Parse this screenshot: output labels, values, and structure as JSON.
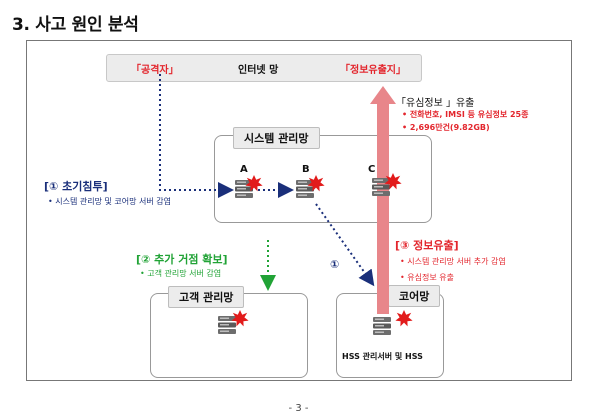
{
  "heading": "3. 사고 원인 분석",
  "internet_bar": {
    "attacker": "「공격자」",
    "internet": "인터넷 망",
    "leak_target": "「정보유출지」"
  },
  "system_network": {
    "label": "시스템 관리망",
    "nodes": [
      "A",
      "B",
      "C"
    ]
  },
  "customer_network": {
    "label": "고객 관리망"
  },
  "core_network": {
    "label": "코어망",
    "server_label": "HSS 관리서버 및 HSS"
  },
  "step1": {
    "title": "[① 초기침투]",
    "bullets": [
      "• 시스템 관리망 및 코어망 서버 감염"
    ],
    "marker": "①"
  },
  "step2": {
    "title": "[② 추가 거점 확보]",
    "bullets": [
      "• 고객 관리망 서버 감염"
    ]
  },
  "step3": {
    "title": "[③ 정보유출]",
    "bullets": [
      "• 시스템 관리망 서버 추가 감염",
      "• 유심정보 유출"
    ]
  },
  "leak": {
    "title": "「유심정보 」유출",
    "bullets": [
      "• 전화번호, IMSI 등 유심정보 25종",
      "• 2,696만건(9.82GB)"
    ]
  },
  "page_number": "- 3 -",
  "colors": {
    "red": "#e3262d",
    "navy": "#1a2f7a",
    "green": "#21a336",
    "arrow_pink": "#e8868a"
  }
}
